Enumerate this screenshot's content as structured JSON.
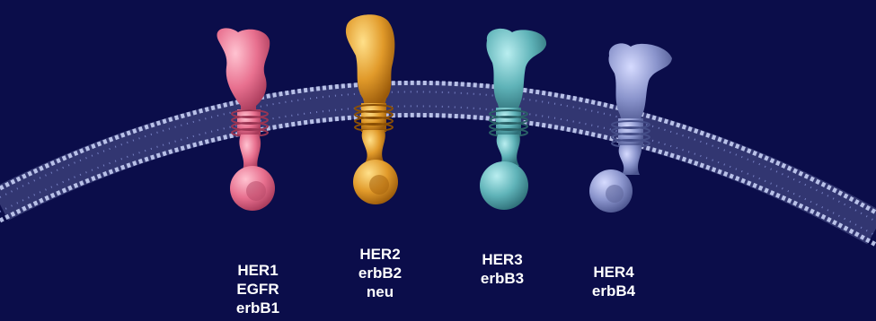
{
  "colors": {
    "background": "#0b0d4a",
    "membrane": "#a8b3e8",
    "her1": "#e8708f",
    "her2": "#e19a2a",
    "her3": "#5fb3b8",
    "her4": "#8a94cc",
    "label": "#ffffff"
  },
  "receptors": [
    {
      "id": "her1",
      "lines": [
        "HER1",
        "EGFR",
        "erbB1"
      ]
    },
    {
      "id": "her2",
      "lines": [
        "HER2",
        "erbB2",
        "neu"
      ]
    },
    {
      "id": "her3",
      "lines": [
        "HER3",
        "erbB3"
      ]
    },
    {
      "id": "her4",
      "lines": [
        "HER4",
        "erbB4"
      ]
    }
  ]
}
